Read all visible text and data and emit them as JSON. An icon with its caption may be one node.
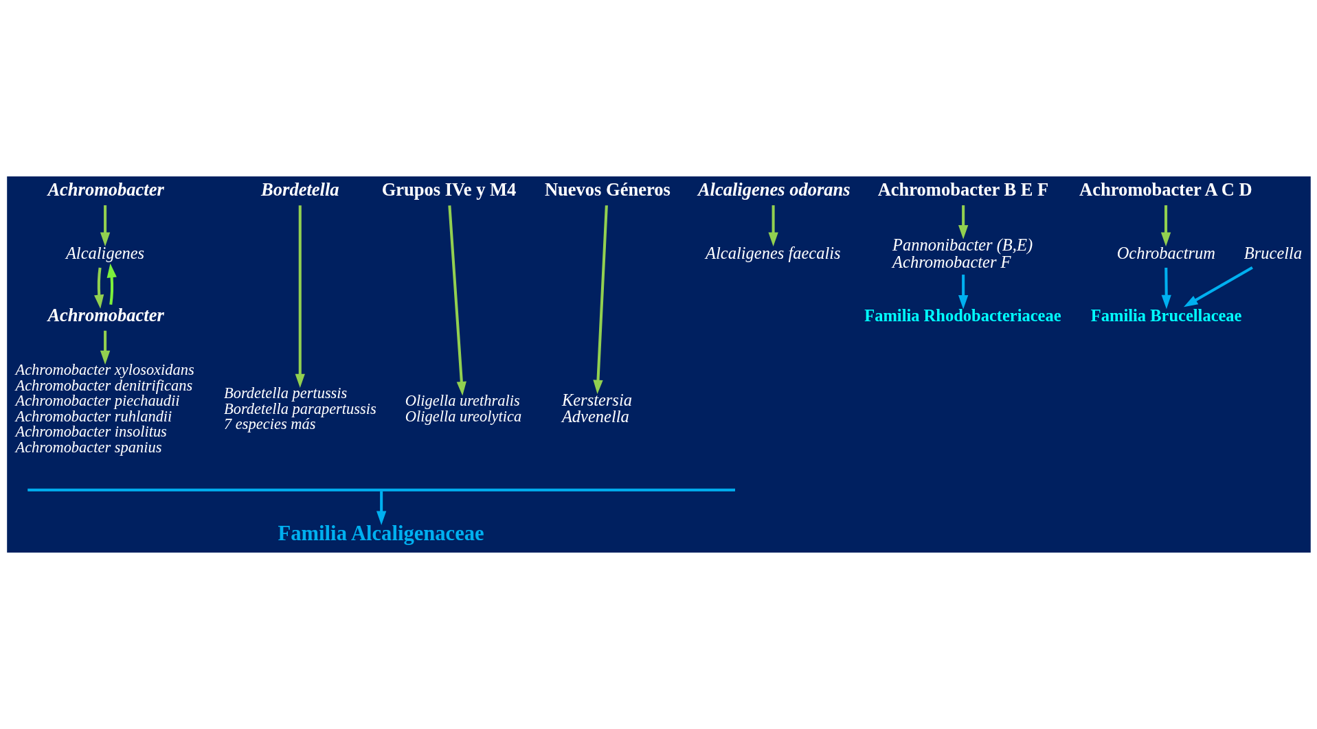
{
  "diagram": {
    "nodes": [
      {
        "text": [
          "Achromobacter"
        ]
      },
      {
        "text": [
          "Alcaligenes odorans"
        ]
      },
      {
        "text": [
          "Bordetella"
        ]
      },
      {
        "text": [
          "Grupos IVe y M4"
        ]
      },
      {
        "text": [
          "Nuevos Géneros"
        ]
      },
      {
        "text": [
          "Achromobacter B E F"
        ]
      },
      {
        "text": [
          "Achromobacter A C D"
        ]
      },
      {
        "text": [
          "Alcaligenes"
        ]
      },
      {
        "text": [
          "Alcaligenes faecalis"
        ]
      },
      {
        "text": [
          "Achromobacter"
        ]
      },
      {
        "text": [
          "Achromobacter xylosoxidans",
          "Achromobacter denitrificans",
          "Achromobacter piechaudii",
          "Achromobacter ruhlandii",
          "Achromobacter insolitus",
          "Achromobacter spanius"
        ]
      },
      {
        "text": [
          "Bordetella pertussis",
          "Bordetella parapertussis",
          "7 especies más"
        ]
      },
      {
        "text": [
          "Oligella urethralis",
          "Oligella ureolytica"
        ]
      },
      {
        "text": [
          "Kerstersia",
          "Advenella"
        ]
      },
      {
        "text": [
          "Pannonibacter (B,E)",
          "Achromobacter F"
        ]
      },
      {
        "text": [
          "Ochrobactrum"
        ]
      },
      {
        "text": [
          "Familia Brucellaceae"
        ]
      },
      {
        "text": [
          "Brucella"
        ]
      },
      {
        "text": [
          "Familia Rhodobacteriaceae"
        ]
      },
      {
        "text": [],
        "shape": "bar"
      },
      {
        "text": [
          "Familia Alcaligenaceae"
        ]
      }
    ],
    "edges": [
      {
        "from": 0,
        "to": 7,
        "arrow": "to"
      },
      {
        "from": 1,
        "to": 8,
        "arrow": "to"
      },
      {
        "from": 2,
        "to": 11,
        "arrow": "to"
      },
      {
        "from": 3,
        "to": 12,
        "arrow": "to"
      },
      {
        "from": 4,
        "to": 13,
        "arrow": "to"
      },
      {
        "from": 5,
        "to": 14,
        "arrow": "to"
      },
      {
        "from": 6,
        "to": 15,
        "arrow": "to"
      },
      {
        "from": 9,
        "to": 7,
        "arrow": "to",
        "color": "#7cf03c"
      },
      {
        "from": 7,
        "to": 9,
        "arrow": "to"
      },
      {
        "from": 9,
        "to": 10,
        "arrow": "to"
      },
      {
        "from": 14,
        "to": 18,
        "arrow": "to",
        "color": "#00b0f0"
      },
      {
        "from": 15,
        "to": 16,
        "arrow": "to",
        "color": "#00b0f0"
      },
      {
        "from": 17,
        "to": 16,
        "arrow": "to",
        "color": "#00b0f0"
      },
      {
        "from": 19,
        "to": 20,
        "arrow": "to",
        "color": "#00b0f0"
      }
    ]
  }
}
